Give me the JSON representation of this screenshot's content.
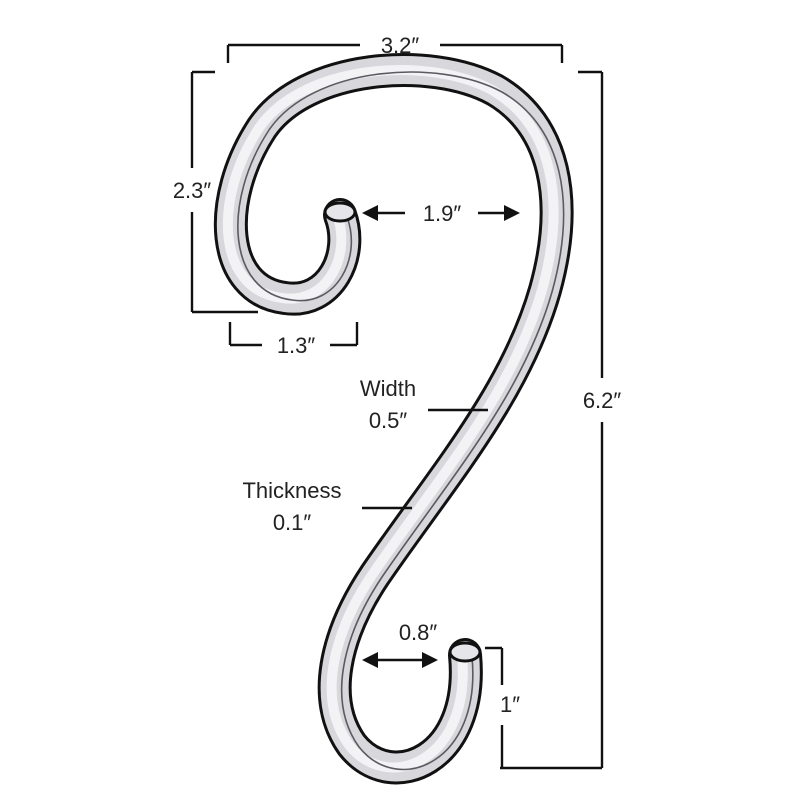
{
  "diagram": {
    "dimensions": {
      "total_width": "3.2″",
      "top_curl_height": "2.3″",
      "top_curl_width": "1.3″",
      "top_gap": "1.9″",
      "total_height": "6.2″",
      "bottom_gap": "0.8″",
      "bottom_hook_height": "1″"
    },
    "callouts": {
      "width_label": "Width",
      "width_value": "0.5″",
      "thickness_label": "Thickness",
      "thickness_value": "0.1″"
    },
    "colors": {
      "metal_face": "#d7d7dc",
      "metal_highlight": "#f3f3f6",
      "outline": "#111111"
    }
  }
}
